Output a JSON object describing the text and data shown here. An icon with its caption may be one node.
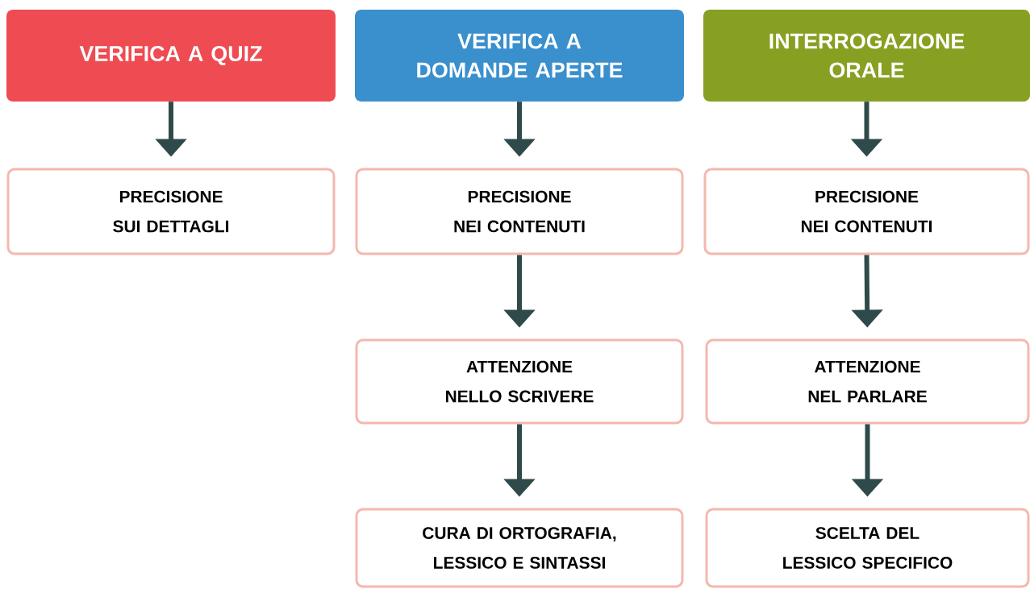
{
  "diagram": {
    "nodes": [
      {
        "text": [
          "VERIFICA A QUIZ"
        ]
      },
      {
        "text": [
          "VERIFICA A DOMANDE APERTE"
        ]
      },
      {
        "text": [
          "INTERROGAZIONE ORALE"
        ]
      },
      {
        "text": [
          "PRECISIONE SUI DETTAGLI"
        ]
      },
      {
        "text": [
          "PRECISIONE NEI CONTENUTI"
        ]
      },
      {
        "text": [
          "PRECISIONE NEI CONTENUTI"
        ]
      },
      {
        "text": [
          "ATTENZIONE NELLO SCRIVERE"
        ]
      },
      {
        "text": [
          "ATTENZIONE NEL PARLARE"
        ]
      },
      {
        "text": [
          "CURA DI ORTOGRAFIA, LESSICO E SINTASSI"
        ]
      },
      {
        "text": [
          "SCELTA DEL LESSICO SPECIFICO"
        ]
      }
    ],
    "edges": [
      {
        "from": 0,
        "to": 3,
        "arrow": "to"
      },
      {
        "from": 1,
        "to": 4,
        "arrow": "to"
      },
      {
        "from": 2,
        "to": 5,
        "arrow": "to"
      },
      {
        "from": 4,
        "to": 6,
        "arrow": "to"
      },
      {
        "from": 5,
        "to": 7,
        "arrow": "to"
      },
      {
        "from": 6,
        "to": 8,
        "arrow": "to"
      },
      {
        "from": 7,
        "to": 9,
        "arrow": "to"
      }
    ]
  }
}
